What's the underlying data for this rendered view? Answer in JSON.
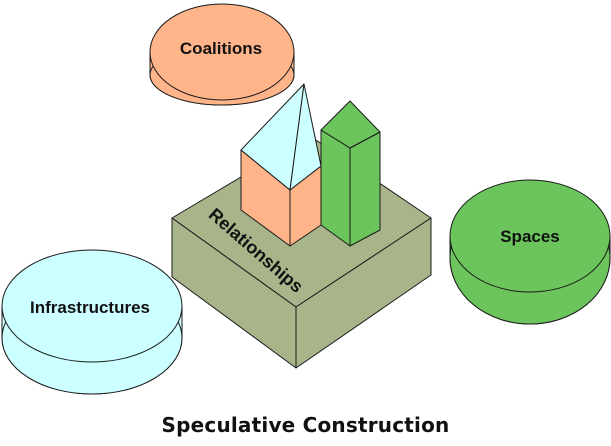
{
  "caption": "Speculative Construction",
  "labels": {
    "coalitions": "Coalitions",
    "spaces": "Spaces",
    "infrastructures": "Infrastructures",
    "relationships": "Relationships"
  },
  "colors": {
    "coalitions": "#FFB48A",
    "spaces": "#6CC45C",
    "infrastructures": "#CCFFFF",
    "base": "#A8B58A",
    "tower_wall": "#FFB48A",
    "tower_roof": "#CCFFFF",
    "green_block": "#6CC45C",
    "outline": "#1a1a1a"
  }
}
